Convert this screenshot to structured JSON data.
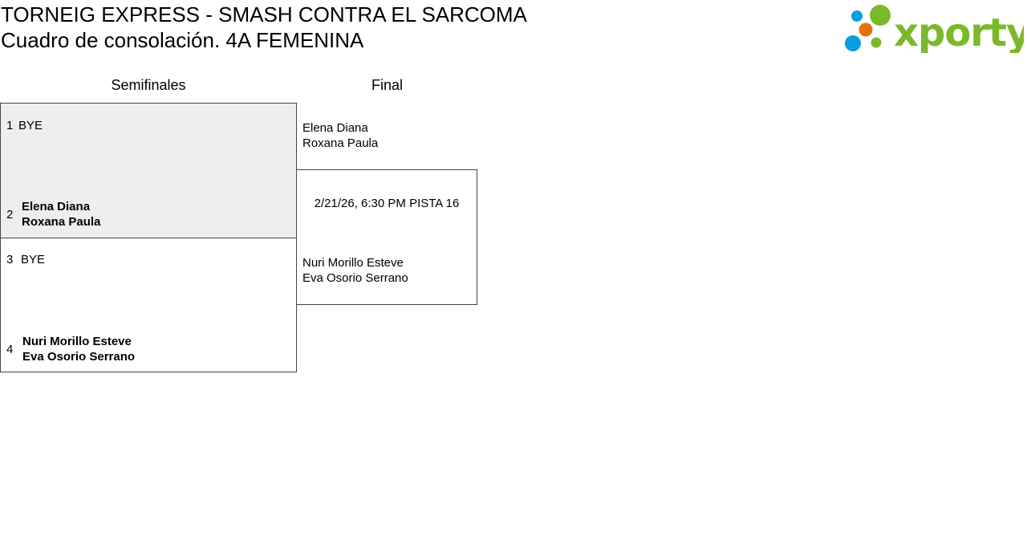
{
  "header": {
    "title": "TORNEIG EXPRESS - SMASH CONTRA EL SARCOMA",
    "subtitle": "Cuadro de consolación. 4A FEMENINA",
    "logo_text": "xporty"
  },
  "colors": {
    "logo_green": "#7cb92a",
    "logo_blue": "#0a9de0",
    "logo_orange": "#e5700f",
    "highlight_bg": "#eeeeee"
  },
  "rounds": [
    {
      "label": "Semifinales"
    },
    {
      "label": "Final"
    }
  ],
  "semifinals": [
    {
      "seed_a": "1",
      "team_a": [
        "BYE"
      ],
      "seed_b": "2",
      "team_b": [
        "Elena Diana",
        "Roxana Paula"
      ]
    },
    {
      "seed_a": "3",
      "team_a": [
        "BYE"
      ],
      "seed_b": "4",
      "team_b": [
        "Nuri Morillo Esteve",
        "Eva Osorio Serrano"
      ]
    }
  ],
  "final": {
    "team_a": [
      "Elena Diana",
      "Roxana Paula"
    ],
    "schedule": "2/21/26, 6:30 PM PISTA 16",
    "team_b": [
      "Nuri Morillo Esteve",
      "Eva Osorio Serrano"
    ]
  }
}
